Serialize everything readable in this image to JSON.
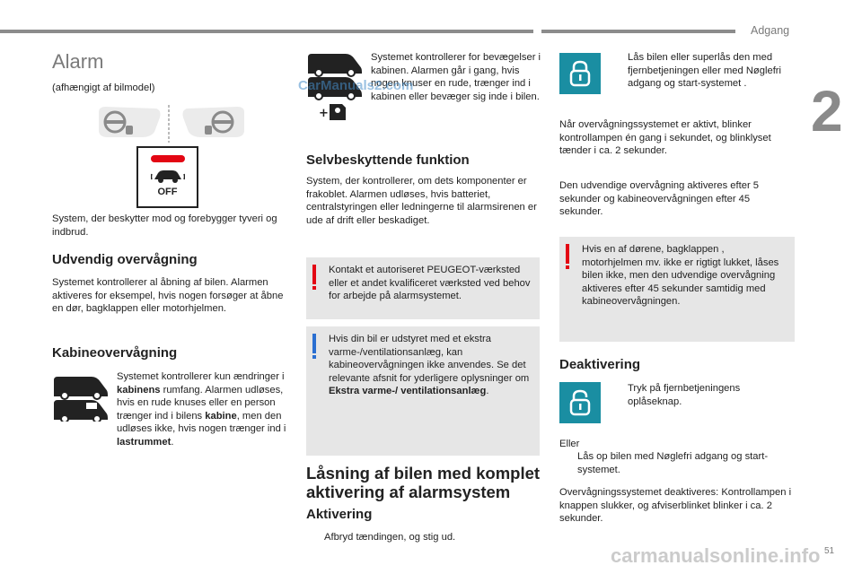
{
  "header": {
    "chapter_name": "Adgang",
    "chapter_number": "2",
    "page_number": "51"
  },
  "col1": {
    "title": "Alarm",
    "subtitle": "(afhængigt af bilmodel)",
    "button_label": "OFF",
    "intro": "System, der beskytter mod og forebygger tyveri og indbrud.",
    "ext_heading": "Udvendig overvågning",
    "ext_text": "Systemet kontrollerer al åbning af bilen. Alarmen aktiveres for eksempel, hvis nogen forsøger at åbne en dør, bagklappen eller motorhjelmen.",
    "cab_heading": "Kabineovervågning",
    "cab_text_1": "Systemet kontrollerer kun ændringer i ",
    "cab_bold_1": "kabinens",
    "cab_text_2": " rumfang. Alarmen udløses, hvis en rude knuses eller en person trænger ind i bilens ",
    "cab_bold_2": "kabine",
    "cab_text_3": ", men den udløses ikke, hvis nogen trænger ind i ",
    "cab_bold_3": "lastrummet",
    "cab_text_4": "."
  },
  "col2": {
    "cab_text": "Systemet kontrollerer for bevægelser i kabinen. Alarmen går i gang, hvis nogen knuser en rude, trænger ind i kabinen eller bevæger sig inde i bilen.",
    "self_heading": "Selvbeskyttende funktion",
    "self_text": "System, der kontrollerer, om dets komponenter er frakoblet. Alarmen udløses, hvis batteriet, centralstyringen eller ledningerne til alarmsirenen er ude af drift eller beskadiget.",
    "warn_note": "Kontakt et autoriseret PEUGEOT-værksted eller et andet kvalificeret værksted ved behov for arbejde på alarmsystemet.",
    "info_text_1": "Hvis din bil er udstyret med et ekstra varme-/ventilationsanlæg, kan kabineovervågningen ikke anvendes. Se det relevante afsnit for yderligere oplysninger om ",
    "info_bold": "Ekstra varme-/ ventilationsanlæg",
    "info_text_2": ".",
    "lock_heading": "Låsning af bilen med komplet aktivering af alarmsystem",
    "act_heading": "Aktivering",
    "act_bullet": "Afbryd tændingen, og stig ud."
  },
  "col3": {
    "lock_bullet": "Lås bilen eller superlås den med fjernbetjeningen eller med Nøglefri adgang og start-systemet .",
    "active_text": "Når overvågningssystemet er aktivt, blinker kontrollampen én gang i sekundet, og blinklyset tænder i ca. 2 sekunder.",
    "delay_text": "Den udvendige overvågning aktiveres efter 5 sekunder og kabineovervågningen efter 45 sekunder.",
    "warn_note": "Hvis en af dørene, bagklappen , motorhjelmen mv. ikke er rigtigt lukket, låses bilen ikke, men den udvendige overvågning aktiveres efter 45 sekunder samtidig med kabineovervågningen.",
    "deact_heading": "Deaktivering",
    "unlock_bullet": "Tryk på fjernbetjeningens oplåseknap.",
    "or_text": "Eller",
    "keyless_bullet": "Lås op bilen med Nøglefri adgang og start-systemet.",
    "final_text": "Overvågningssystemet deaktiveres: Kontrollampen i knappen slukker, og afviserblinket blinker i ca. 2 sekunder."
  },
  "bullet_glyph": "",
  "watermarks": {
    "top": "CarManuals2.com",
    "bottom": "carmanualsonline.info"
  },
  "colors": {
    "warn": "#e30613",
    "info": "#2b6fd1",
    "teal": "#1a8ea2",
    "note_bg": "#e6e6e6"
  },
  "icons": [
    "steering-wheel-icon",
    "alarm-off-button-icon",
    "van-icon",
    "padlock-closed-icon",
    "padlock-open-icon",
    "interior-sensor-icon"
  ]
}
